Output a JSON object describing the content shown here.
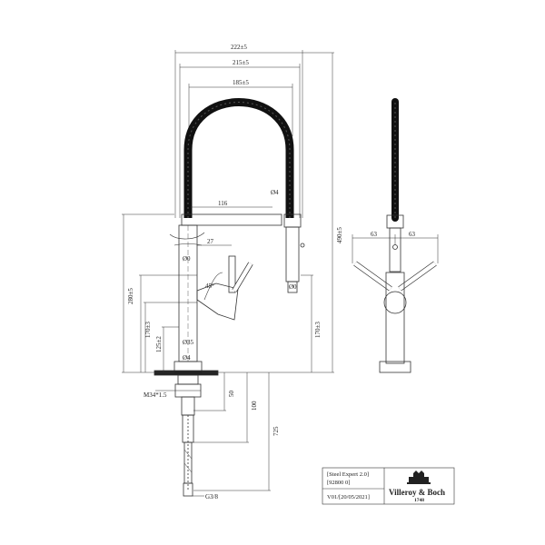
{
  "front_view": {
    "dims": {
      "width_overall": "222±5",
      "width_inner": "215±5",
      "width_hose_arc": "185±5",
      "spout_reach": "116",
      "hose_dia": "Ø4",
      "height_overall": "490±5",
      "lever_offset": "27",
      "height_to_spout": "280±5",
      "lever_angle": "45°",
      "dia_spout_top": "Ø0",
      "dia_head": "Ø0",
      "height_body": "170±3",
      "height_lower": "125±2",
      "dia_body": "Ø35",
      "dia_base": "Ø4",
      "height_right": "170±3",
      "thread": "M34*1.5",
      "shank_50": "50",
      "shank_100": "100",
      "shank_725": "725",
      "connection": "G3/8"
    }
  },
  "side_view": {
    "dims": {
      "handle_left": "63",
      "handle_right": "63"
    }
  },
  "title_block": {
    "model": "[Steel Expert 2.0]",
    "code": "[92800 0]",
    "version": "V01/[20/05/2021]",
    "brand": "Villeroy & Boch",
    "year": "1748"
  }
}
